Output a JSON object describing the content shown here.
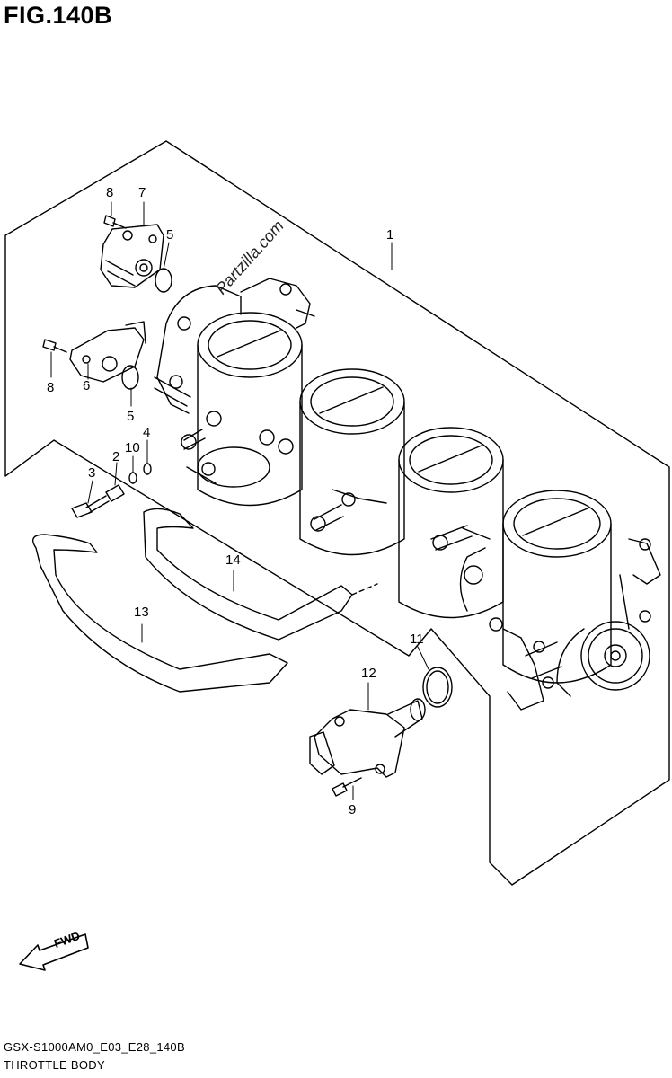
{
  "figure": {
    "title": "FIG.140B",
    "model_code": "GSX-S1000AM0_E03_E28_140B",
    "section_name": "THROTTLE BODY",
    "watermark": "Partzilla.com",
    "fwd_label": "FWD"
  },
  "callouts": [
    {
      "id": "1",
      "label": "1"
    },
    {
      "id": "2",
      "label": "2"
    },
    {
      "id": "3",
      "label": "3"
    },
    {
      "id": "4",
      "label": "4"
    },
    {
      "id": "5a",
      "label": "5"
    },
    {
      "id": "5b",
      "label": "5"
    },
    {
      "id": "6",
      "label": "6"
    },
    {
      "id": "7",
      "label": "7"
    },
    {
      "id": "8a",
      "label": "8"
    },
    {
      "id": "8b",
      "label": "8"
    },
    {
      "id": "9",
      "label": "9"
    },
    {
      "id": "10",
      "label": "10"
    },
    {
      "id": "11",
      "label": "11"
    },
    {
      "id": "12",
      "label": "12"
    },
    {
      "id": "13",
      "label": "13"
    },
    {
      "id": "14",
      "label": "14"
    }
  ]
}
